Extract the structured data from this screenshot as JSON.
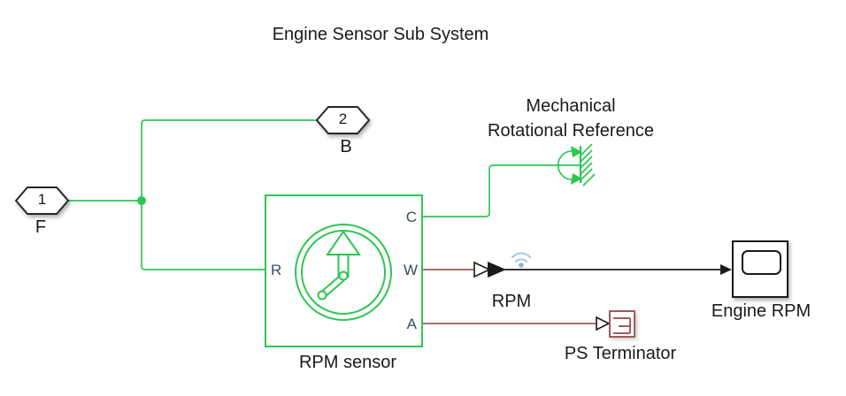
{
  "diagram": {
    "title": "Engine Sensor Sub System",
    "colors": {
      "physical_line_green": "#2dc653",
      "ps_line_red": "#a05c5c",
      "signal_line_black": "#1a1a1a",
      "port_letter_gray": "#3c4e56",
      "wireless_badge_blue": "#a6c8e8",
      "background": "#ffffff"
    }
  },
  "ports": {
    "inport_f": {
      "number": "1",
      "label": "F"
    },
    "inport_b": {
      "number": "2",
      "label": "B"
    }
  },
  "blocks": {
    "rpm_sensor": {
      "label": "RPM sensor",
      "port_r": "R",
      "port_c": "C",
      "port_w": "W",
      "port_a": "A",
      "icon": "gauge-icon"
    },
    "mech_rot_ref": {
      "label_line1": "Mechanical",
      "label_line2": "Rotational Reference",
      "icon": "rotational-ground-icon"
    },
    "ps_terminator": {
      "label": "PS Terminator",
      "icon": "ps-terminator-icon"
    },
    "engine_rpm_scope": {
      "label": "Engine RPM",
      "icon": "scope-icon"
    }
  },
  "signals": {
    "rpm_label": "RPM",
    "wireless_badge": "wireless-logging-icon"
  }
}
